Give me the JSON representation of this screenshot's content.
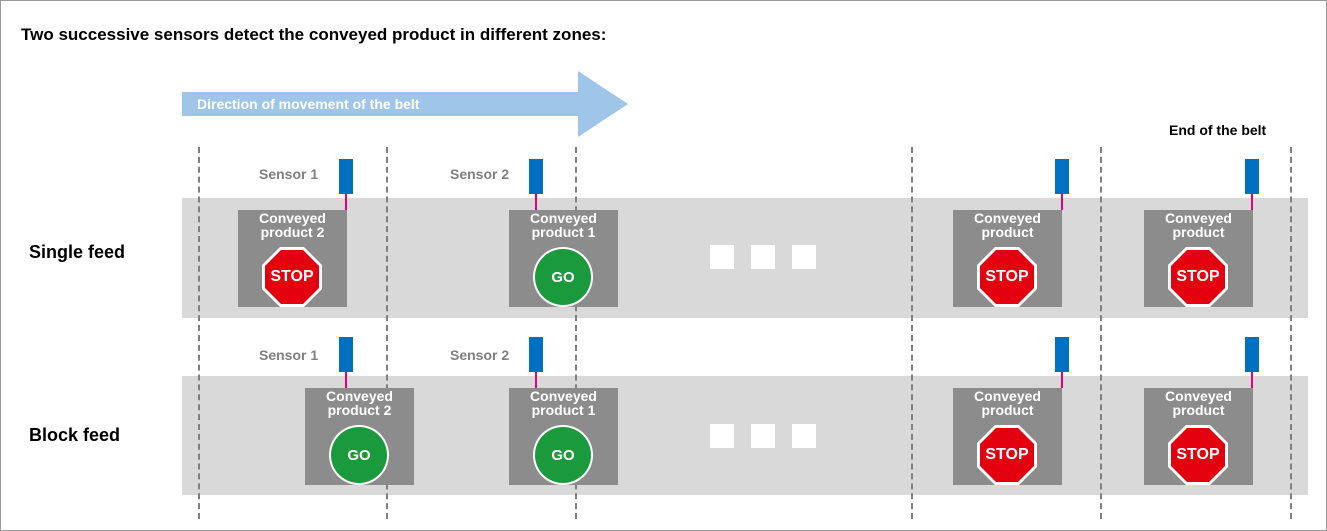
{
  "title": "Two successive sensors detect the conveyed product in different zones:",
  "direction_label": "Direction of movement of the belt",
  "end_label": "End of the belt",
  "colors": {
    "arrow": "#9fc5e8",
    "belt": "#d9d9d9",
    "product": "#8c8c8c",
    "sensor": "#0070c0",
    "wire": "#e6007e",
    "stop": "#e3000f",
    "go": "#1a9a3c",
    "divider": "#7f7f7f"
  },
  "rows": [
    {
      "label": "Single feed",
      "sensor1_label": "Sensor 1",
      "sensor2_label": "Sensor 2",
      "products": [
        {
          "line1": "Conveyed",
          "line2": "product 2",
          "signal": "STOP",
          "icon": "stop-sign-icon"
        },
        {
          "line1": "Conveyed",
          "line2": "product 1",
          "signal": "GO",
          "icon": "go-sign-icon"
        },
        {
          "line1": "Conveyed",
          "line2": "product",
          "signal": "STOP",
          "icon": "stop-sign-icon"
        },
        {
          "line1": "Conveyed",
          "line2": "product",
          "signal": "STOP",
          "icon": "stop-sign-icon"
        }
      ]
    },
    {
      "label": "Block feed",
      "sensor1_label": "Sensor 1",
      "sensor2_label": "Sensor 2",
      "products": [
        {
          "line1": "Conveyed",
          "line2": "product 2",
          "signal": "GO",
          "icon": "go-sign-icon"
        },
        {
          "line1": "Conveyed",
          "line2": "product 1",
          "signal": "GO",
          "icon": "go-sign-icon"
        },
        {
          "line1": "Conveyed",
          "line2": "product",
          "signal": "STOP",
          "icon": "stop-sign-icon"
        },
        {
          "line1": "Conveyed",
          "line2": "product",
          "signal": "STOP",
          "icon": "stop-sign-icon"
        }
      ]
    }
  ]
}
